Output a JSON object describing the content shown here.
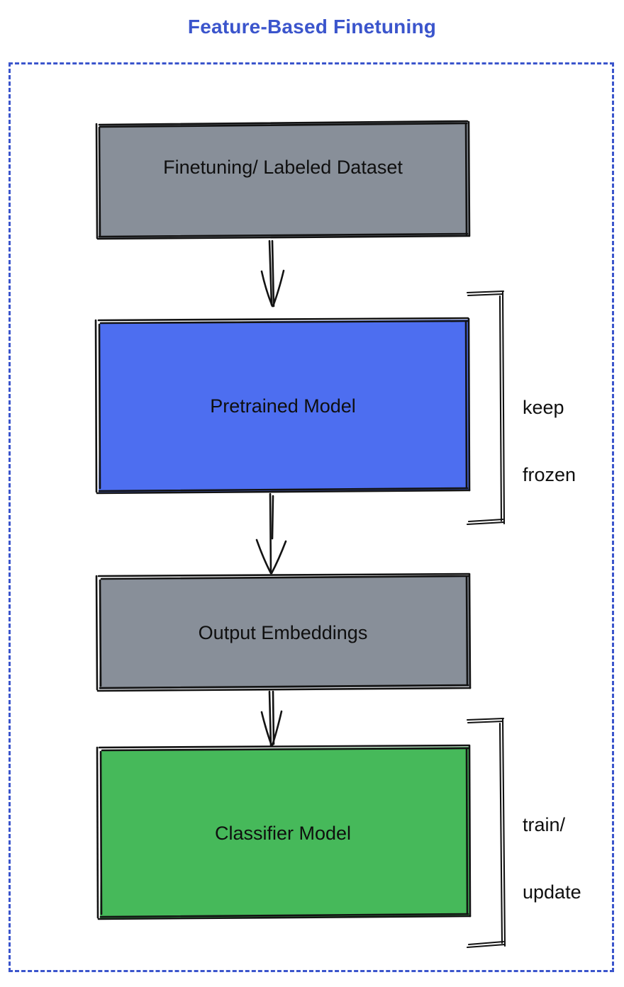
{
  "diagram": {
    "title": "Feature-Based Finetuning",
    "title_color": "#3b55cc",
    "frame_border_color": "#3b55cc",
    "frame_border_style": "dashed",
    "background": "#ffffff",
    "nodes": [
      {
        "id": "dataset",
        "label": "Finetuning/ Labeled Dataset",
        "fill": "#888f99",
        "stroke": "#131313",
        "shape": "rectangle"
      },
      {
        "id": "pretrained",
        "label": "Pretrained Model",
        "fill": "#4d6ef0",
        "stroke": "#131313",
        "shape": "rectangle"
      },
      {
        "id": "embeddings",
        "label": "Output Embeddings",
        "fill": "#888f99",
        "stroke": "#131313",
        "shape": "rectangle"
      },
      {
        "id": "classifier",
        "label": "Classifier Model",
        "fill": "#46b95a",
        "stroke": "#131313",
        "shape": "rectangle"
      }
    ],
    "edges": [
      {
        "id": "edge-1",
        "from": "dataset",
        "to": "pretrained",
        "type": "arrow",
        "label": ""
      },
      {
        "id": "edge-2",
        "from": "pretrained",
        "to": "embeddings",
        "type": "arrow",
        "label": ""
      },
      {
        "id": "edge-3",
        "from": "embeddings",
        "to": "classifier",
        "type": "arrow",
        "label": ""
      }
    ],
    "annotations": [
      {
        "id": "keep-frozen",
        "line1": "keep",
        "line2": "frozen",
        "text": "keep frozen",
        "targets": [
          "pretrained"
        ],
        "bracket": "right"
      },
      {
        "id": "train-update",
        "line1": "train/",
        "line2": "update",
        "text": "train/ update",
        "targets": [
          "classifier"
        ],
        "bracket": "right"
      }
    ]
  }
}
